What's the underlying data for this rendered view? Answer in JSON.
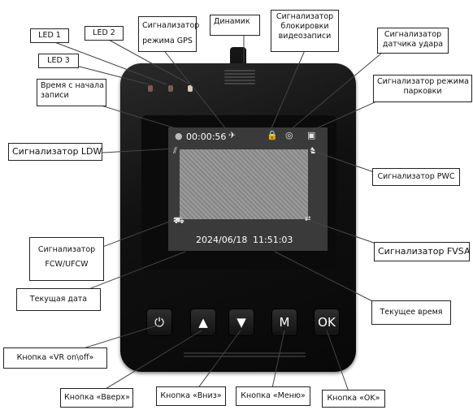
{
  "labels": {
    "led1": "LED 1",
    "led2": "LED 2",
    "led3": "LED 3",
    "gps_line1": "Сигнализатор",
    "gps_line2": "режима GPS",
    "speaker": "Динамик",
    "lock_line1": "Сигнализатор",
    "lock_line2": "блокировки",
    "lock_line3": "видеозаписи",
    "shock_line1": "Сигнализатор",
    "shock_line2": "датчика удара",
    "rec_time_line1": "Время с начала",
    "rec_time_line2": "записи",
    "parking_line1": "Сигнализатор режима",
    "parking_line2": "парковки",
    "ldw": "Сигнализатор LDW",
    "pwc": "Сигнализатор PWC",
    "fcw_line1": "Сигнализатор",
    "fcw_line2": "FCW/UFCW",
    "fvsa": "Сигнализатор FVSA",
    "cur_date": "Текущая дата",
    "cur_time": "Текущее время",
    "btn_power": "Кнопка «VR on\\off»",
    "btn_up": "Кнопка «Вверх»",
    "btn_down": "Кнопка «Вниз»",
    "btn_menu": "Кнопка «Меню»",
    "btn_ok": "Кнопка «OK»"
  },
  "screen": {
    "rec_time": "00:00:56",
    "date": "2024/06/18",
    "time": "11:51:03"
  },
  "buttons": {
    "power": "⏻",
    "up": "▲",
    "down": "▼",
    "menu": "M",
    "ok": "OK"
  }
}
